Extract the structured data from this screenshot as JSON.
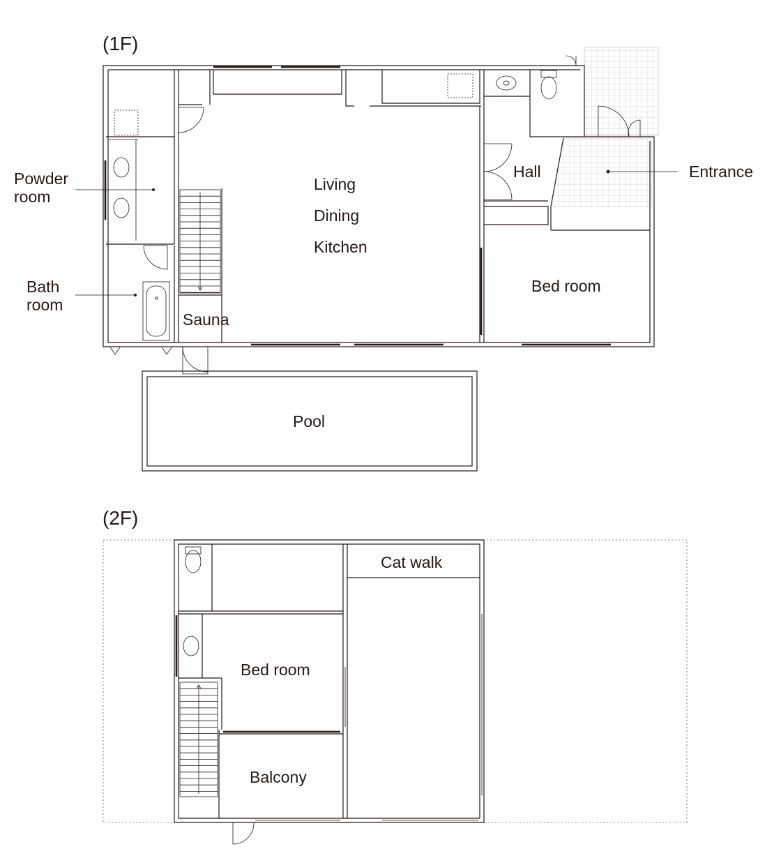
{
  "floors": {
    "first": {
      "title": "(1F)",
      "rooms": {
        "living": "Living",
        "dining": "Dining",
        "kitchen": "Kitchen",
        "hall": "Hall",
        "entrance": "Entrance",
        "bedroom": "Bed room",
        "powder_line1": "Powder",
        "powder_line2": "room",
        "bath_line1": "Bath",
        "bath_line2": "room",
        "sauna": "Sauna",
        "pool": "Pool"
      }
    },
    "second": {
      "title": "(2F)",
      "rooms": {
        "catwalk": "Cat walk",
        "bedroom": "Bed room",
        "balcony": "Balcony"
      }
    }
  },
  "colors": {
    "line": "#231815",
    "grid": "#b8b8b8"
  }
}
